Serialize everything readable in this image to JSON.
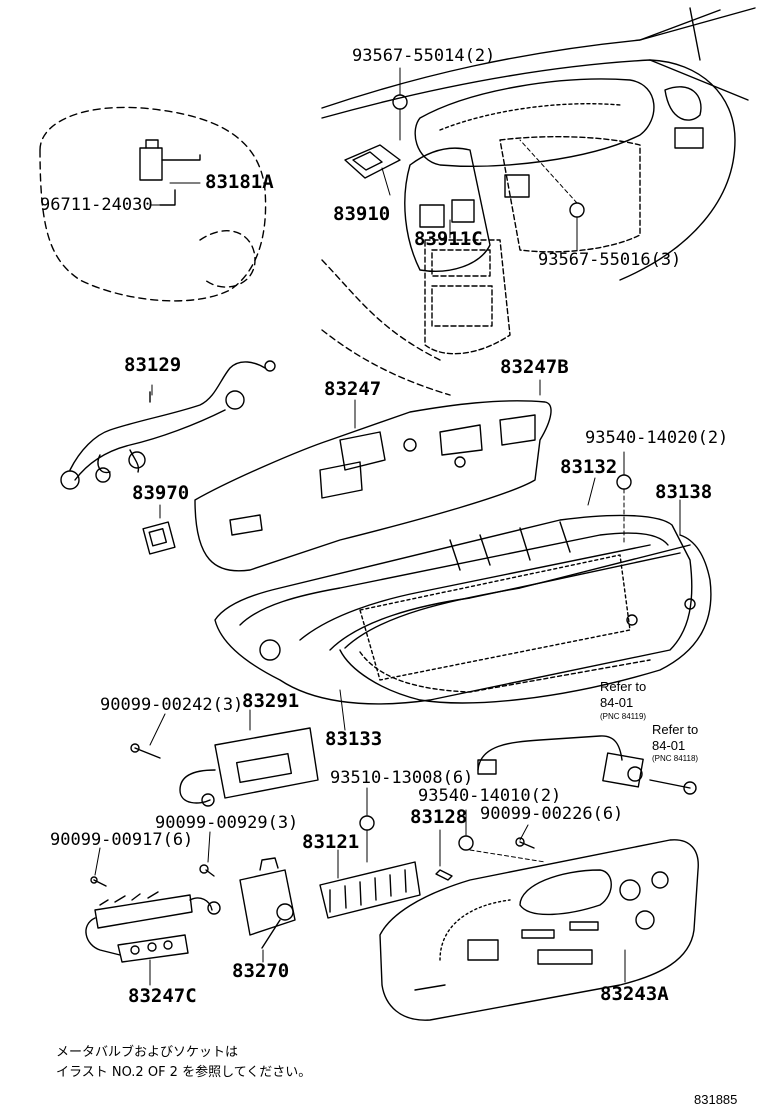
{
  "parts": {
    "p93567_55014": "93567-55014(2)",
    "p83181A": "83181A",
    "p96711_24030": "96711-24030",
    "p83910": "83910",
    "p83911C": "83911C",
    "p93567_55016": "93567-55016(3)",
    "p83129": "83129",
    "p83247": "83247",
    "p83247B": "83247B",
    "p93540_14020": "93540-14020(2)",
    "p83132": "83132",
    "p83138": "83138",
    "p83970": "83970",
    "p90099_00242": "90099-00242(3)",
    "p83291": "83291",
    "p83133": "83133",
    "p93510_13008": "93510-13008(6)",
    "p93540_14010": "93540-14010(2)",
    "p90099_00226": "90099-00226(6)",
    "p90099_00929": "90099-00929(3)",
    "p83128": "83128",
    "p90099_00917": "90099-00917(6)",
    "p83121": "83121",
    "p83270": "83270",
    "p83247C": "83247C",
    "p83243A": "83243A"
  },
  "refs": {
    "refer1_line1": "Refer to",
    "refer1_line2": "84-01",
    "refer1_pnc": "(PNC 84119)",
    "refer2_line1": "Refer to",
    "refer2_line2": "84-01",
    "refer2_pnc": "(PNC 84118)"
  },
  "note": {
    "line1": "メータバルブおよびソケットは",
    "line2": "イラスト NO.2 OF 2 を参照してください。"
  },
  "figure_number": "831885"
}
